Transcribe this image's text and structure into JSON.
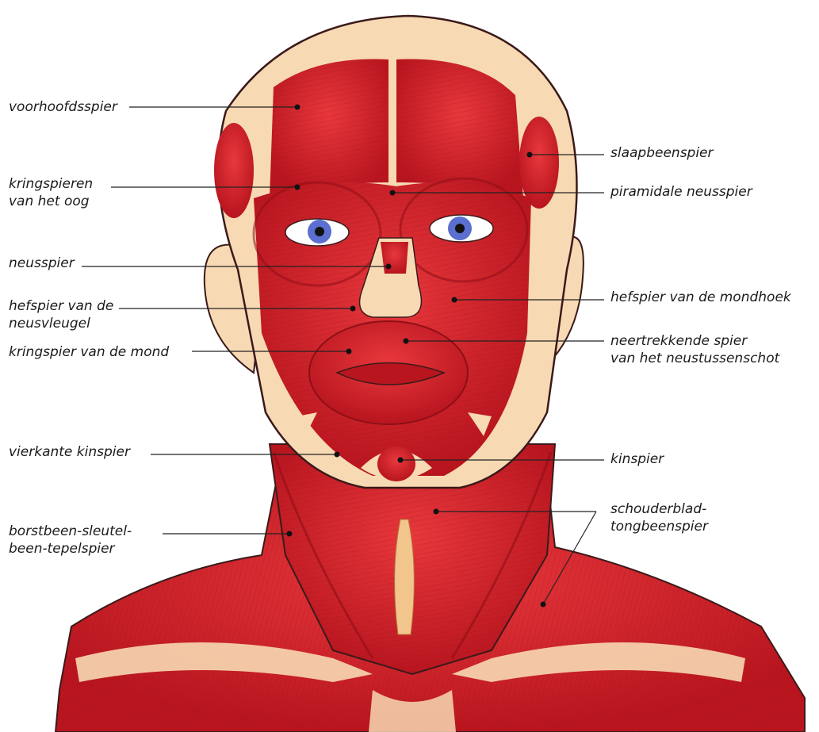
{
  "figure": {
    "colors": {
      "muscle": "#d4202a",
      "muscle_dark": "#a3141d",
      "skin": "#f7d9b3",
      "outline": "#3a1a1a",
      "eye": "#5a6fd0",
      "leader": "#222222"
    },
    "icons": [
      "head-neck-illustration"
    ]
  },
  "labels": {
    "voorhoofdsspier": "voorhoofdsspier",
    "kringspieren_1": "kringspieren",
    "kringspieren_2": "van het oog",
    "neusspier": "neusspier",
    "hefspier_neus_1": "hefspier van de",
    "hefspier_neus_2": "neusvleugel",
    "kringspier_mond": "kringspier van de mond",
    "vierkante_kinspier": "vierkante kinspier",
    "borstbeen_1": "borstbeen-sleutel-",
    "borstbeen_2": "been-tepelspier",
    "slaapbeenspier": "slaapbeenspier",
    "piramidale": "piramidale neusspier",
    "hefspier_mondhoek": "hefspier van de mondhoek",
    "neertrekkende_1": "neertrekkende spier",
    "neertrekkende_2": "van het neustussenschot",
    "kinspier": "kinspier",
    "schouderblad_1": "schouderblad-",
    "schouderblad_2": "tongbeenspier"
  }
}
